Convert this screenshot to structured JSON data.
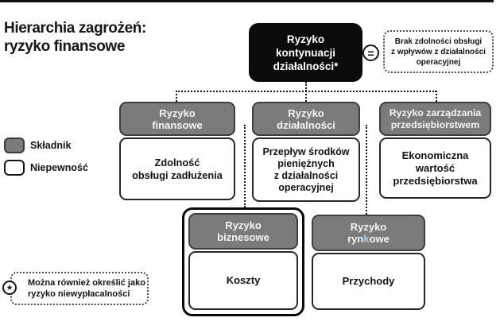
{
  "colors": {
    "component_fill": "#7b7b7b",
    "component_border": "#3e3e3e",
    "root_fill": "#0b0b0b",
    "text": "#141414",
    "highlight_letter": "#aacbe6"
  },
  "header": {
    "title": "Hierarchia zagrożeń:\nryzyko finansowe"
  },
  "legend": {
    "component": "Składnik",
    "uncertainty": "Niepewność"
  },
  "diagram": {
    "root": {
      "label": "Ryzyko\nkontynuacji\ndziałalności*"
    },
    "equivalence": {
      "symbol": "=",
      "note": "Brak zdolności obsługi\nz wpływów z działalności\noperacyjnej"
    },
    "level2": [
      {
        "id": "financial",
        "header": "Ryzyko\nfinansowe",
        "body": "Zdolność\nobsługi zadłużenia"
      },
      {
        "id": "operational",
        "header": "Ryzyko\ndziałalności",
        "body": "Przepływ środków\npieniężnych\nz działalności\noperacyjnej"
      },
      {
        "id": "management",
        "header": "Ryzyko zarządzania\nprzedsiębiorstwem",
        "body": "Ekonomiczna\nwartość\nprzedsiębiorstwa"
      }
    ],
    "level3": [
      {
        "id": "business",
        "header": "Ryzyko\nbiznesowe",
        "body": "Koszty"
      },
      {
        "id": "market",
        "header_line1": "Ryzyko",
        "header_line2_pre": "ryn",
        "header_line2_highlight": "k",
        "header_line2_post": "owe",
        "body": "Przychody"
      }
    ],
    "footnote": {
      "symbol": "*",
      "text": "Można również określić jako\nryzyko niewypłacalności"
    }
  }
}
